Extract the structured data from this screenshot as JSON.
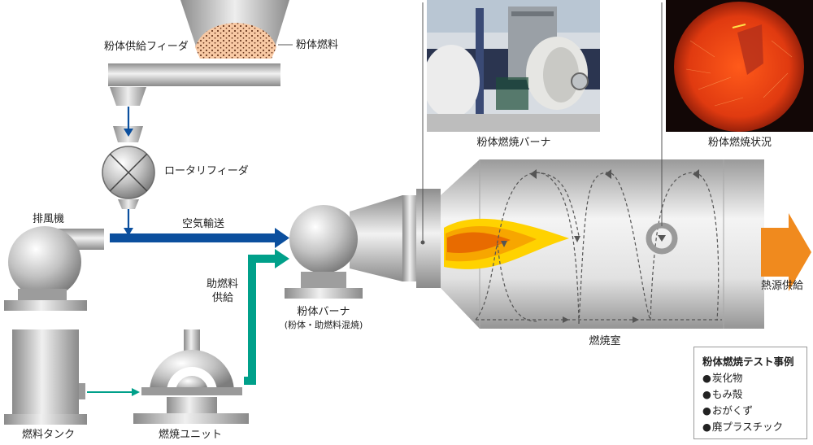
{
  "labels": {
    "powder_feeder": "粉体供給フィーダ",
    "powder_fuel": "粉体燃料",
    "rotary_feeder": "ロータリフィーダ",
    "exhaust_fan": "排風機",
    "air_transport": "空気輸送",
    "aux_fuel_supply_line1": "助燃料",
    "aux_fuel_supply_line2": "供給",
    "fuel_tank": "燃料タンク",
    "combustion_unit": "燃焼ユニット",
    "powder_burner": "粉体バーナ",
    "powder_burner_sub": "(粉体・助燃料混焼)",
    "combustion_chamber": "燃焼室",
    "heat_supply": "熱源供給",
    "photo_burner_caption": "粉体燃焼バーナ",
    "photo_flame_caption": "粉体燃焼状況"
  },
  "legend": {
    "title": "粉体燃焼テスト事例",
    "items": [
      "炭化物",
      "もみ殻",
      "おがくず",
      "廃プラスチック"
    ]
  },
  "colors": {
    "air_flow": "#0b4f9e",
    "aux_fuel_flow": "#00a08a",
    "heat_arrow": "#f08a1e",
    "flame_outer": "#ffd200",
    "flame_inner": "#f07800"
  }
}
